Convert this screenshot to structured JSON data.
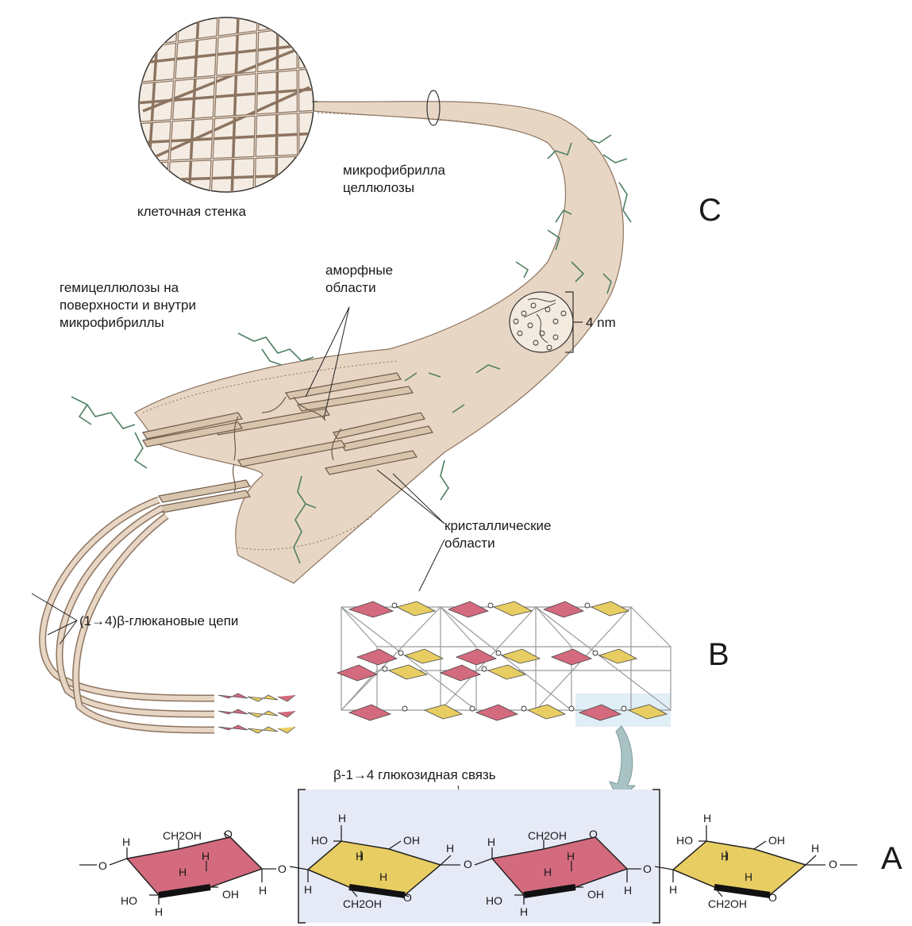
{
  "labels": {
    "cell_wall": "клеточная стенка",
    "microfibril": "микрофибрилла\nцеллюлозы",
    "hemicellulose": "гемицеллюлозы на\nповерхности и внутри\nмикрофибриллы",
    "amorphous": "аморфные\nобласти",
    "crystalline": "кристаллические\nобласти",
    "glucan_chains": "(1→4)β-глюкановые цепи",
    "size": "4 nm",
    "bond": "β-1→4 глюкозидная связь"
  },
  "panels": {
    "c": "C",
    "b": "B",
    "a": "A"
  },
  "chem": {
    "h": "H",
    "oh": "OH",
    "ho": "HO",
    "o": "O",
    "ch2oh": "CH2OH"
  },
  "colors": {
    "fibril_fill": "#e8d6c4",
    "fibril_edge": "#8c7460",
    "hemicellulose": "#4f7f62",
    "glucose_pink": "#d46a7e",
    "glucose_yellow": "#e8cd62",
    "repeat_box": "#e6eaf7",
    "arrow": "#a9c3c4"
  }
}
